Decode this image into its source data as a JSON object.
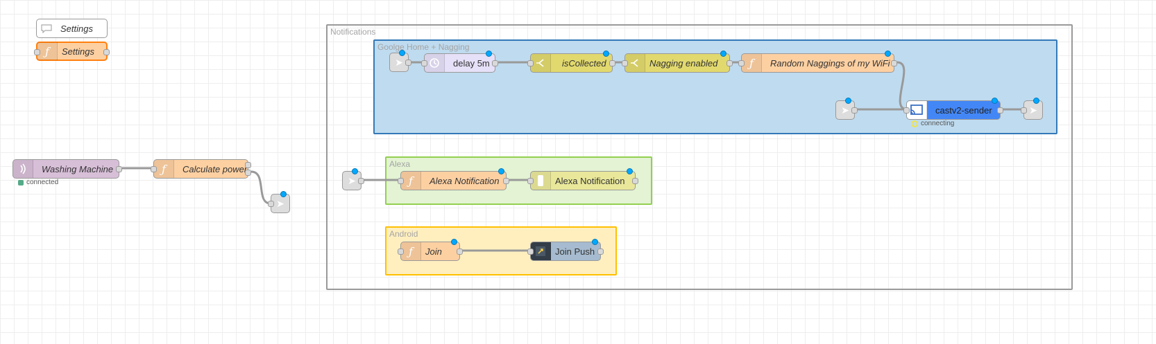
{
  "colors": {
    "function": "#fdd0a2",
    "switch": "#e2d96e",
    "delay": "#e6e0f8",
    "mqtt": "#d8bfd8",
    "cast": "#4387f7",
    "alexa": "#e9e89a",
    "join": "#a6bbcf",
    "link": "#dddddd",
    "status_connected": "#5a8",
    "status_connecting": "#f0e44a",
    "changed": "#00a8ff"
  },
  "comment": {
    "label": "Settings",
    "icon": "comment-icon"
  },
  "settings_function": {
    "label": "Settings",
    "icon": "function-icon"
  },
  "flow_left": {
    "mqtt": {
      "label": "Washing Machine",
      "status": "connected",
      "icon": "mqtt-icon"
    },
    "calc": {
      "label": "Calculate power",
      "icon": "function-icon"
    },
    "link_out": {
      "icon": "link-out-icon"
    }
  },
  "groups": {
    "notifications": {
      "label": "Notifications"
    },
    "google": {
      "label": "Goolge Home + Nagging"
    },
    "alexa": {
      "label": "Alexa"
    },
    "android": {
      "label": "Android"
    }
  },
  "google_nodes": {
    "delay": {
      "label": "delay 5m",
      "icon": "timer-icon"
    },
    "iscollected": {
      "label": "isCollected",
      "icon": "switch-icon"
    },
    "nagging": {
      "label": "Nagging enabled",
      "icon": "switch-icon"
    },
    "random": {
      "label": "Random Naggings of my WiFi",
      "icon": "function-icon"
    },
    "cast": {
      "label": "castv2-sender",
      "status": "connecting",
      "icon": "cast-icon"
    }
  },
  "alexa_nodes": {
    "func": {
      "label": "Alexa Notification",
      "icon": "function-icon"
    },
    "notify": {
      "label": "Alexa Notification",
      "icon": "echo-icon"
    }
  },
  "android_nodes": {
    "join": {
      "label": "Join",
      "icon": "function-icon"
    },
    "push": {
      "label": "Join Push",
      "icon": "join-icon"
    }
  }
}
